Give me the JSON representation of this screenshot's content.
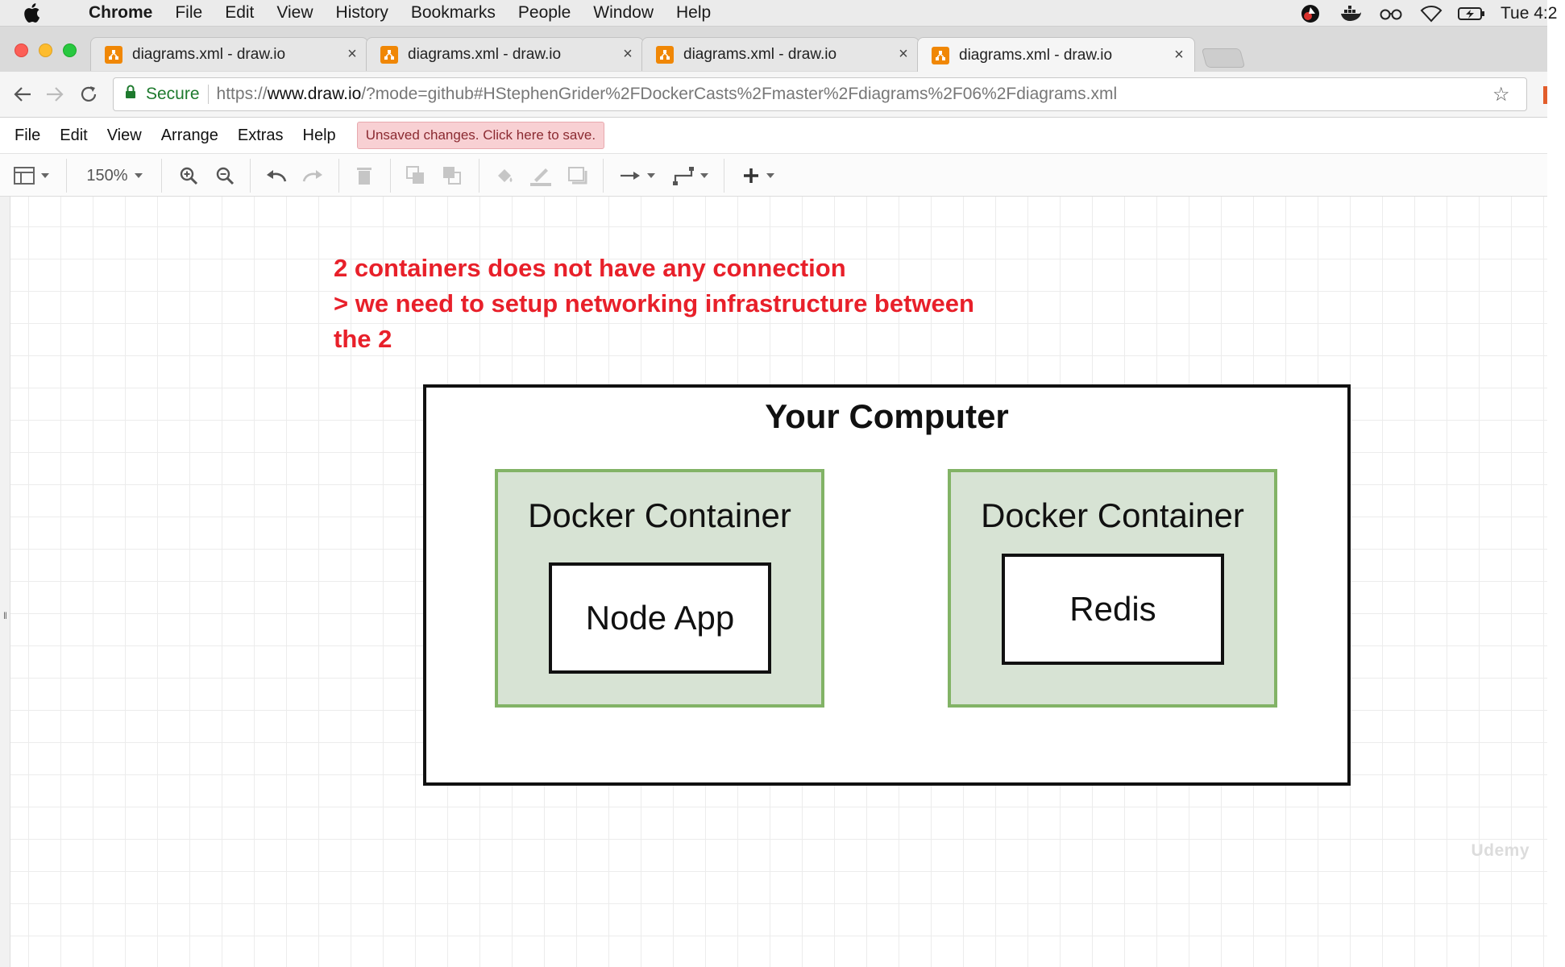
{
  "os_menubar": {
    "app_name": "Chrome",
    "items": [
      "File",
      "Edit",
      "View",
      "History",
      "Bookmarks",
      "People",
      "Window",
      "Help"
    ],
    "clock": "Tue 4:2"
  },
  "browser": {
    "tabs": [
      {
        "title": "diagrams.xml - draw.io"
      },
      {
        "title": "diagrams.xml - draw.io"
      },
      {
        "title": "diagrams.xml - draw.io"
      },
      {
        "title": "diagrams.xml - draw.io"
      }
    ],
    "address": {
      "secure_label": "Secure",
      "url_prefix": "https://",
      "url_host": "www.draw.io",
      "url_rest": "/?mode=github#HStephenGrider%2FDockerCasts%2Fmaster%2Fdiagrams%2F06%2Fdiagrams.xml"
    }
  },
  "drawio": {
    "menu": [
      "File",
      "Edit",
      "View",
      "Arrange",
      "Extras",
      "Help"
    ],
    "unsaved_notice": "Unsaved changes. Click here to save.",
    "zoom": "150%"
  },
  "diagram": {
    "note_lines": [
      "2 containers does not have any connection",
      "> we need to setup networking infrastructure between",
      "the 2"
    ],
    "computer_title": "Your Computer",
    "containers": [
      {
        "label": "Docker Container",
        "app": "Node App"
      },
      {
        "label": "Docker Container",
        "app": "Redis"
      }
    ]
  },
  "watermark": "Udemy",
  "colors": {
    "note_text": "#e8202a",
    "container_fill": "#d7e3d4",
    "container_border": "#82b366",
    "tab_favicon": "#f08705"
  }
}
